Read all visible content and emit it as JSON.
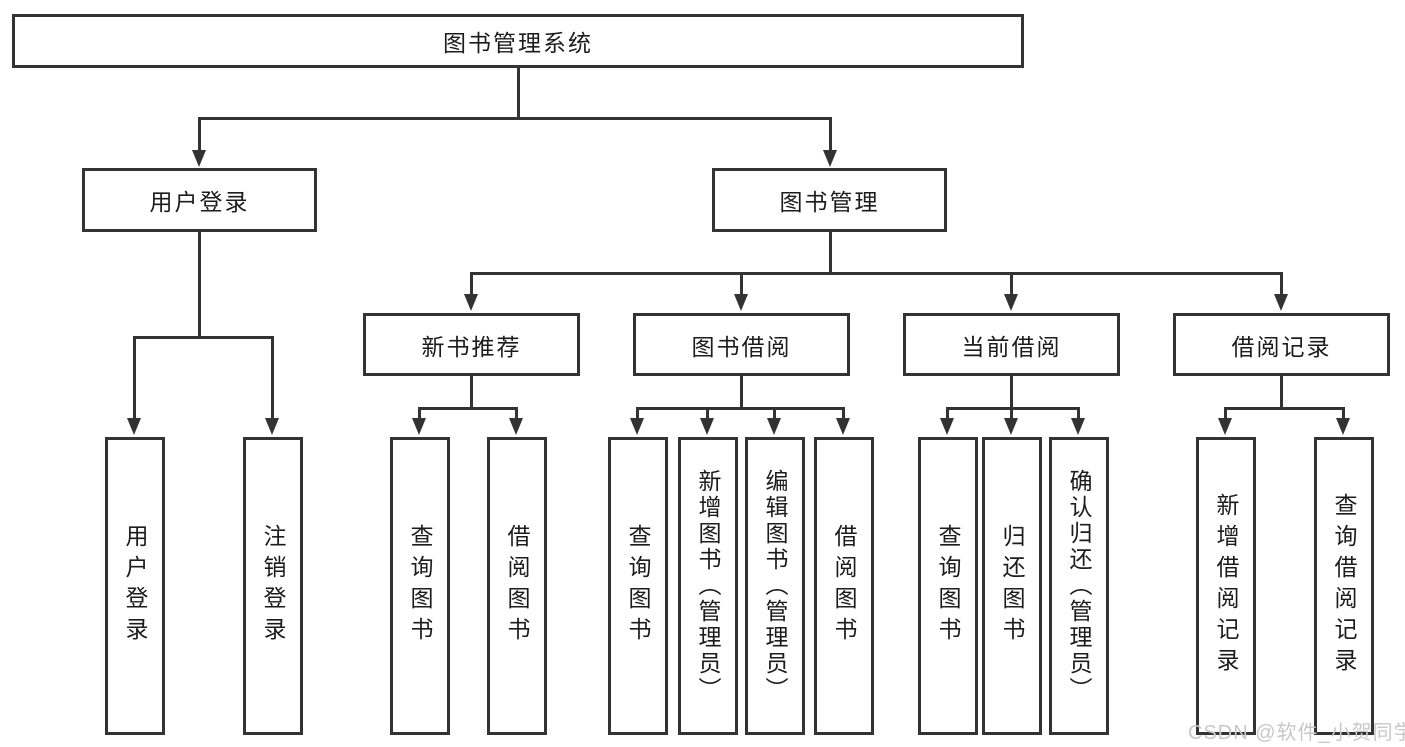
{
  "colors": {
    "line": "#333333",
    "text": "#1c1c1c",
    "watermark": "#c8c8c8",
    "bg": "#ffffff"
  },
  "watermark": {
    "text": "CSDN @软件_小贺同学"
  },
  "tree": {
    "root": "图书管理系统",
    "branches": [
      {
        "label": "用户登录",
        "children": [
          "用户登录",
          "注销登录"
        ]
      },
      {
        "label": "图书管理",
        "sections": [
          {
            "label": "新书推荐",
            "children": [
              "查询图书",
              "借阅图书"
            ]
          },
          {
            "label": "图书借阅",
            "children": [
              "查询图书",
              "新增图书（管理员）",
              "编辑图书（管理员）",
              "借阅图书"
            ]
          },
          {
            "label": "当前借阅",
            "children": [
              "查询图书",
              "归还图书",
              "确认归还（管理员）"
            ]
          },
          {
            "label": "借阅记录",
            "children": [
              "新增借阅记录",
              "查询借阅记录"
            ]
          }
        ]
      }
    ]
  }
}
